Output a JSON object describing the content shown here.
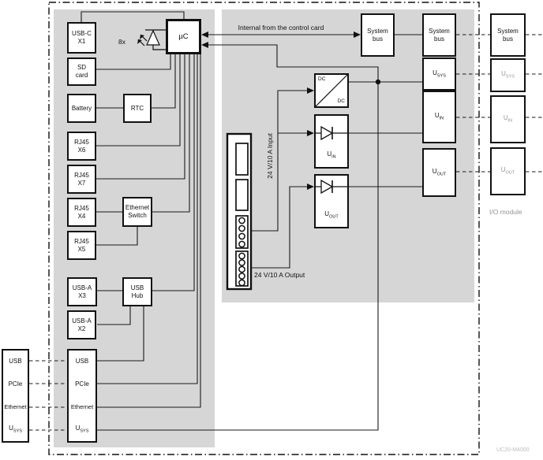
{
  "colors": {
    "panel_gray": "#d6d6d6",
    "line_black": "#1a1a1a",
    "muted_text": "#8f9496",
    "code_text": "#b9bdc0"
  },
  "annotations": {
    "internal_link": "Internal from the control card",
    "led_count": "8x",
    "power_input": "24 V/10 A Input",
    "power_output": "24 V/10 A Output",
    "io_module": "I/O module",
    "module_code": "UC20-M4000"
  },
  "controller": {
    "usb_c": {
      "l1": "USB-C",
      "l2": "X1"
    },
    "sd_card": {
      "l1": "SD",
      "l2": "card"
    },
    "battery": {
      "l1": "Battery"
    },
    "rtc": {
      "l1": "RTC"
    },
    "rj45_x6": {
      "l1": "RJ45",
      "l2": "X6"
    },
    "rj45_x7": {
      "l1": "RJ45",
      "l2": "X7"
    },
    "rj45_x4": {
      "l1": "RJ45",
      "l2": "X4"
    },
    "ethernet_switch": {
      "l1": "Ethernet",
      "l2": "Switch"
    },
    "rj45_x5": {
      "l1": "RJ45",
      "l2": "X5"
    },
    "usb_a_x3": {
      "l1": "USB-A",
      "l2": "X3"
    },
    "usb_hub": {
      "l1": "USB",
      "l2": "Hub"
    },
    "usb_a_x2": {
      "l1": "USB-A",
      "l2": "X2"
    },
    "uc": "µC"
  },
  "backplane": {
    "usb": "USB",
    "pcie": "PCIe",
    "ethernet": "Ethernet",
    "usys": {
      "base": "U",
      "sub": "SYS"
    }
  },
  "power": {
    "system_bus": {
      "l1": "System",
      "l2": "bus"
    },
    "dcdc": {
      "top": "DC",
      "bottom": "DC"
    },
    "uin": {
      "base": "U",
      "sub": "IN"
    },
    "uout": {
      "base": "U",
      "sub": "OUT"
    }
  },
  "bus_column": {
    "system_bus": {
      "l1": "System",
      "l2": "bus"
    },
    "usys": {
      "base": "U",
      "sub": "SYS"
    },
    "uin": {
      "base": "U",
      "sub": "IN"
    },
    "uout": {
      "base": "U",
      "sub": "OUT"
    }
  },
  "io_column": {
    "system_bus": {
      "l1": "System",
      "l2": "bus"
    },
    "usys": {
      "base": "U",
      "sub": "SYS"
    },
    "uin": {
      "base": "U",
      "sub": "IN"
    },
    "uout": {
      "base": "U",
      "sub": "OUT"
    }
  }
}
